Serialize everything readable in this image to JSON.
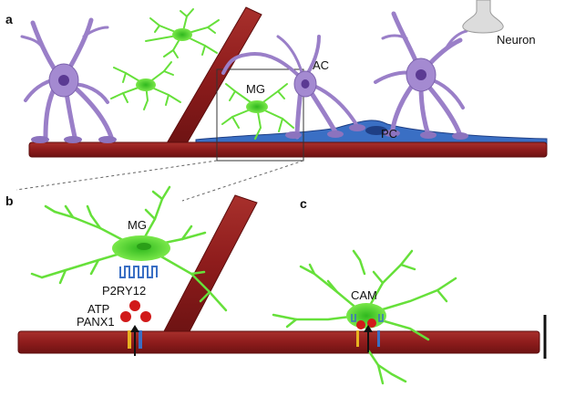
{
  "panel_a": {
    "letter": "a",
    "labels": {
      "neuron": "Neuron",
      "ac": "AC",
      "mg": "MG",
      "pc": "PC"
    }
  },
  "panel_b": {
    "letter": "b",
    "labels": {
      "mg": "MG",
      "receptor": "P2RY12",
      "atp": "ATP",
      "channel": "PANX1"
    }
  },
  "panel_c": {
    "letter": "c",
    "labels": {
      "cam": "CAM"
    }
  },
  "colors": {
    "vessel": "#8e1c1c",
    "vessel_edge": "#5c0d0d",
    "astrocyte": "#9a7fc8",
    "astrocyte_nucleus": "#5b3a93",
    "microglia": "#66e03a",
    "microglia_core": "#2fb81e",
    "pericyte": "#3a6fc4",
    "atp": "#d11a1a",
    "neuron": "#d9d9d9"
  }
}
